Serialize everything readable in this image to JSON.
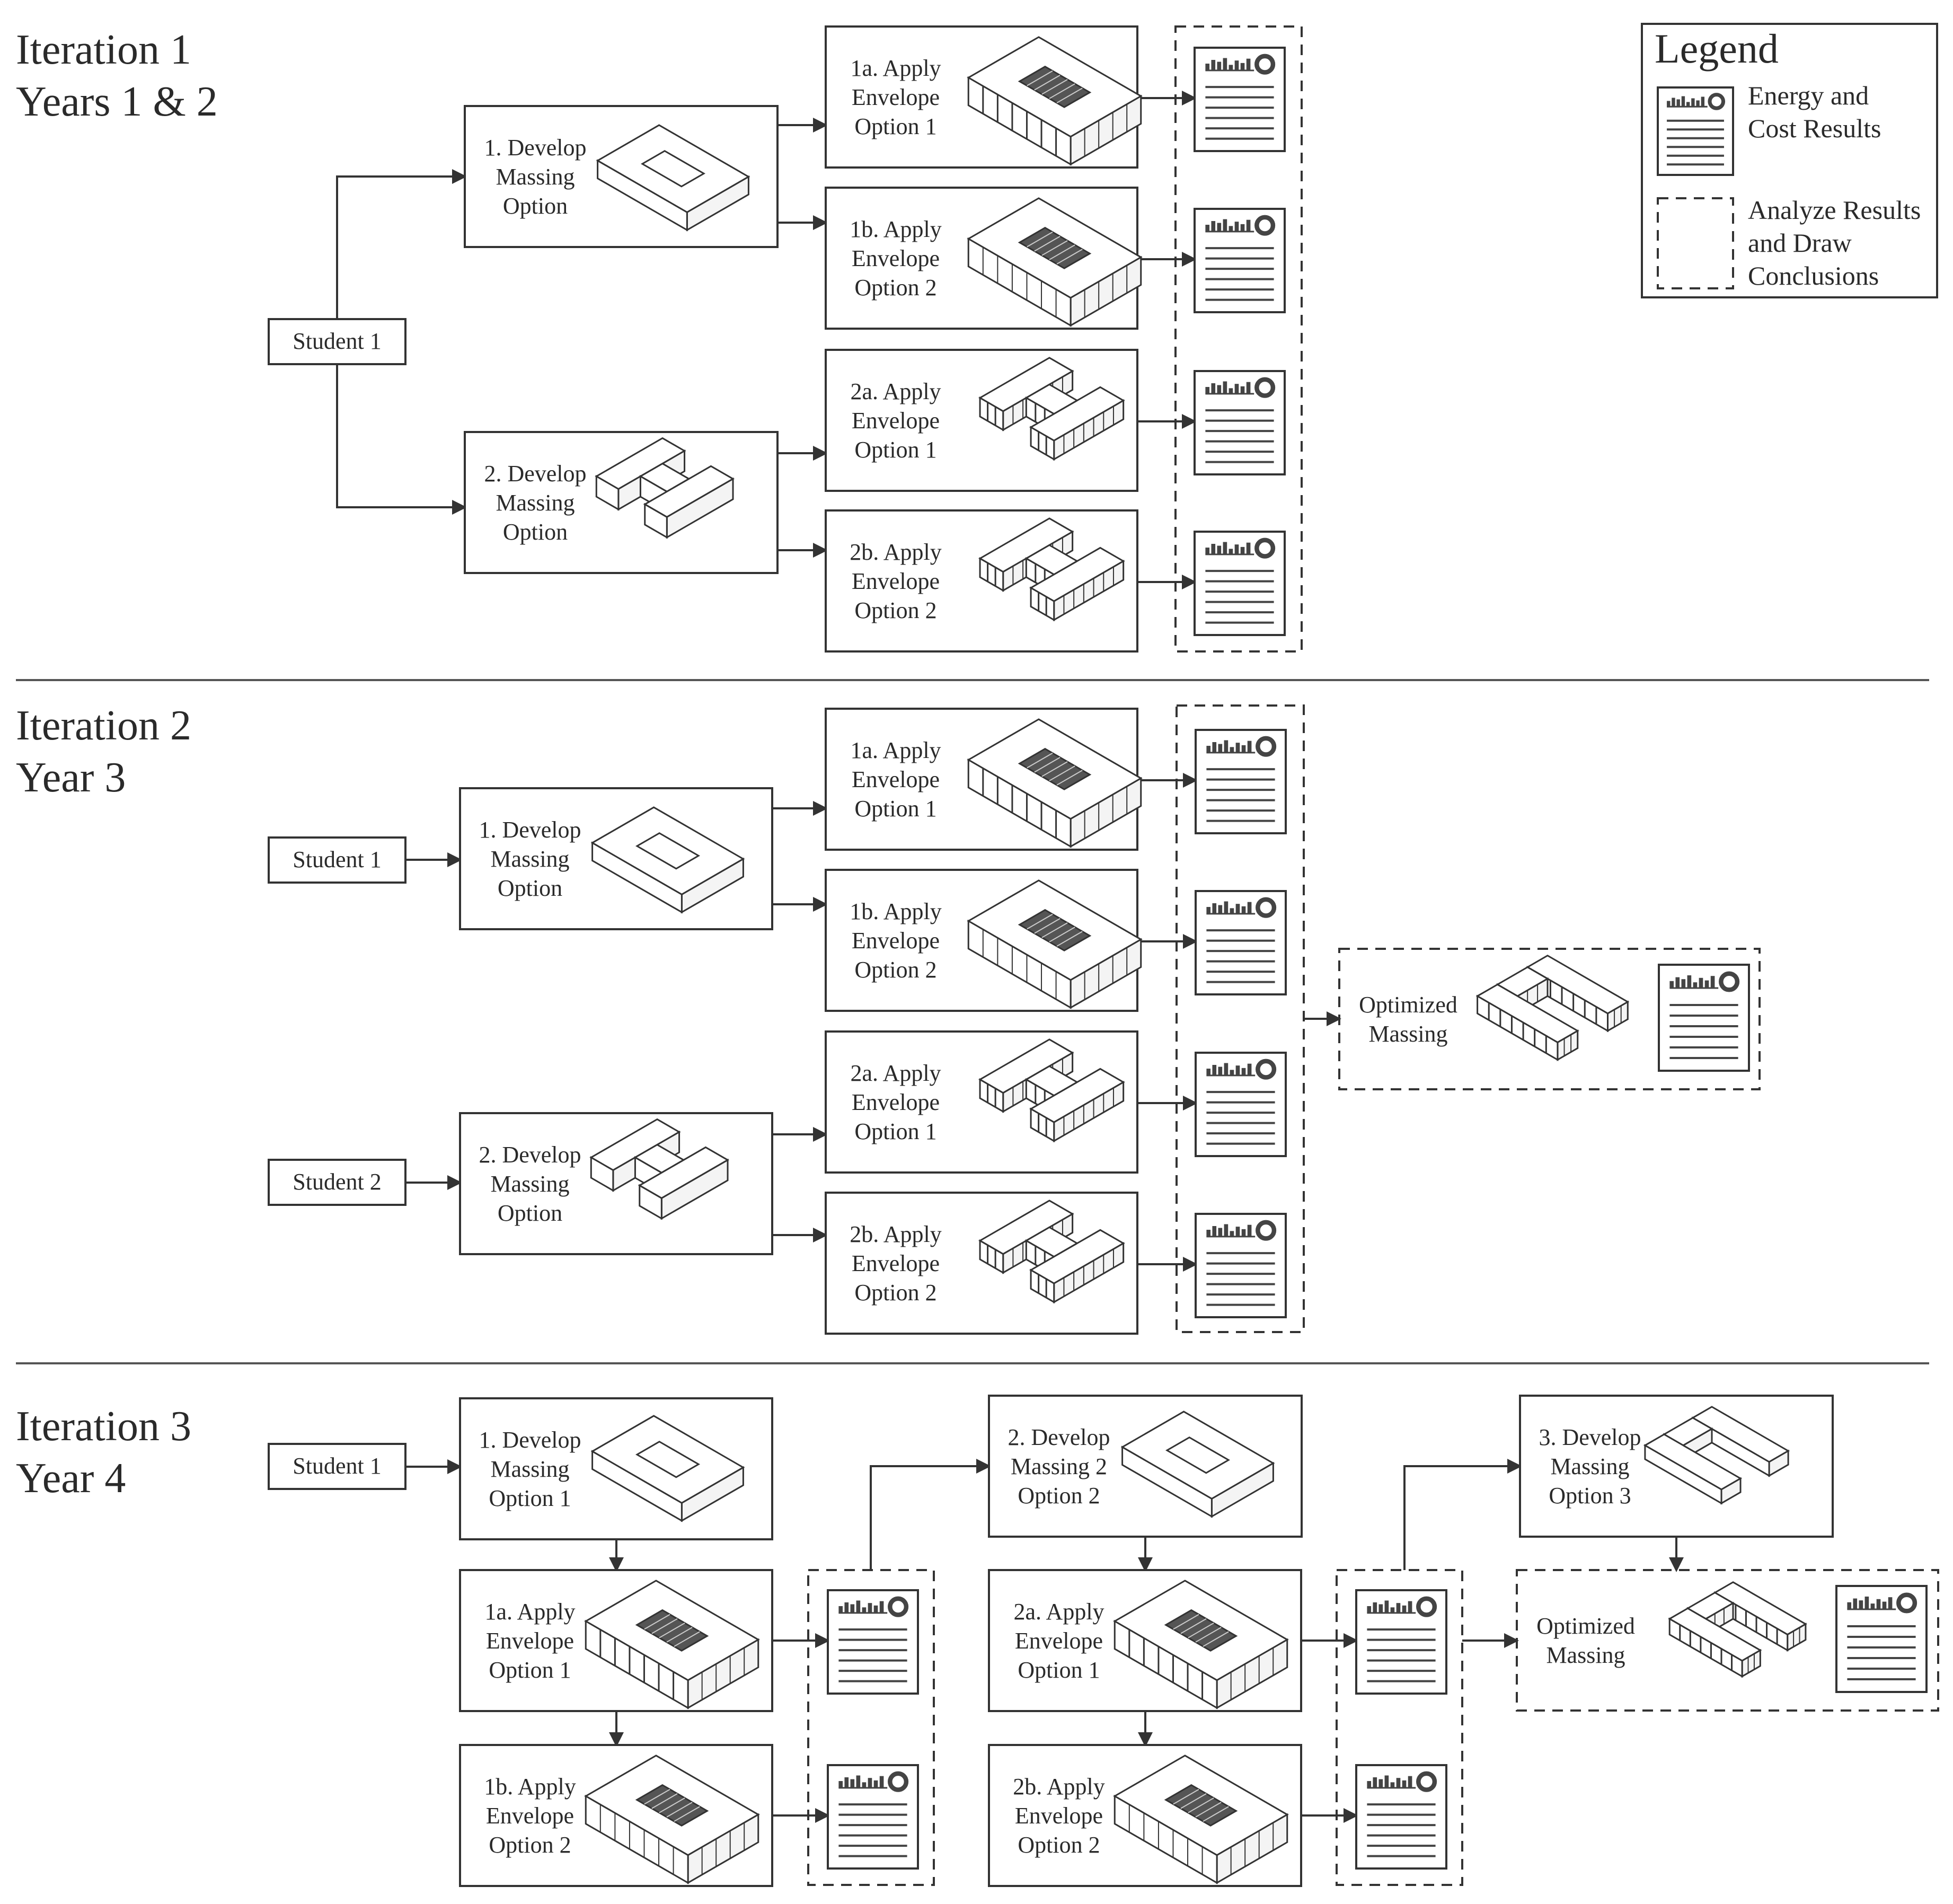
{
  "legend": {
    "title": "Legend",
    "energy_label": [
      "Energy and",
      "Cost Results"
    ],
    "analyze_label": [
      "Analyze Results",
      "and Draw",
      "Conclusions"
    ]
  },
  "iterations": [
    {
      "title": [
        "Iteration 1",
        "Years 1 & 2"
      ],
      "students": [
        "Student 1"
      ],
      "massing": [
        {
          "lines": [
            "1. Develop",
            "Massing",
            "Option"
          ],
          "icon": "rectangular-courtyard-massing-icon"
        },
        {
          "lines": [
            "2. Develop",
            "Massing",
            "Option"
          ],
          "icon": "h-shaped-massing-icon"
        }
      ],
      "envelopes": [
        {
          "lines": [
            "1a. Apply",
            "Envelope",
            "Option 1"
          ]
        },
        {
          "lines": [
            "1b. Apply",
            "Envelope",
            "Option 2"
          ]
        },
        {
          "lines": [
            "2a. Apply",
            "Envelope",
            "Option 1"
          ]
        },
        {
          "lines": [
            "2b. Apply",
            "Envelope",
            "Option 2"
          ]
        }
      ]
    },
    {
      "title": [
        "Iteration 2",
        "Year 3"
      ],
      "students": [
        "Student 1",
        "Student 2"
      ],
      "massing": [
        {
          "lines": [
            "1. Develop",
            "Massing",
            "Option"
          ]
        },
        {
          "lines": [
            "2. Develop",
            "Massing",
            "Option"
          ]
        }
      ],
      "envelopes": [
        {
          "lines": [
            "1a. Apply",
            "Envelope",
            "Option 1"
          ]
        },
        {
          "lines": [
            "1b. Apply",
            "Envelope",
            "Option 2"
          ]
        },
        {
          "lines": [
            "2a. Apply",
            "Envelope",
            "Option 1"
          ]
        },
        {
          "lines": [
            "2b. Apply",
            "Envelope",
            "Option 2"
          ]
        }
      ],
      "optimized": [
        "Optimized",
        "Massing"
      ]
    },
    {
      "title": [
        "Iteration 3",
        "Year 4"
      ],
      "students": [
        "Student 1"
      ],
      "massing": [
        {
          "lines": [
            "1. Develop",
            "Massing",
            "Option 1"
          ]
        },
        {
          "lines": [
            "2. Develop",
            "Massing 2",
            "Option 2"
          ]
        },
        {
          "lines": [
            "3. Develop",
            "Massing",
            "Option 3"
          ]
        }
      ],
      "envelopes": [
        {
          "lines": [
            "1a. Apply",
            "Envelope",
            "Option 1"
          ]
        },
        {
          "lines": [
            "1b. Apply",
            "Envelope",
            "Option 2"
          ]
        },
        {
          "lines": [
            "2a. Apply",
            "Envelope",
            "Option 1"
          ]
        },
        {
          "lines": [
            "2b. Apply",
            "Envelope",
            "Option 2"
          ]
        }
      ],
      "optimized": [
        "Optimized",
        "Massing"
      ]
    }
  ],
  "colors": {
    "line": "#333333",
    "text": "#2a2a2a",
    "background": "#ffffff"
  }
}
